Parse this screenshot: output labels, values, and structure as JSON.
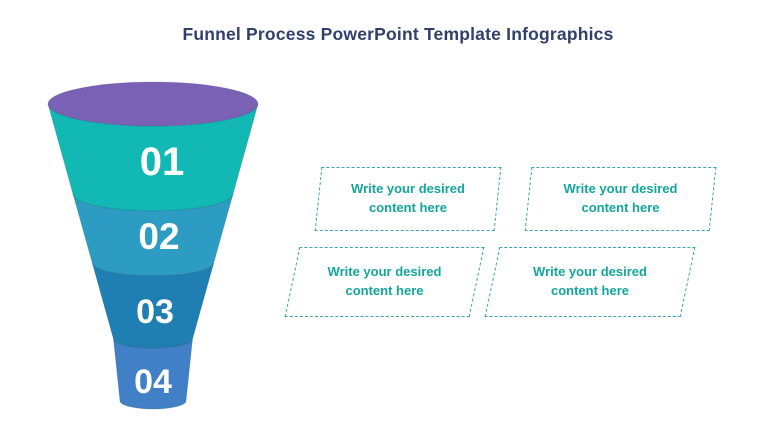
{
  "title": "Funnel Process PowerPoint Template Infographics",
  "funnel": {
    "top_color": "#7a61b5",
    "segments": [
      {
        "number": "01",
        "color": "#12b9b4"
      },
      {
        "number": "02",
        "color": "#2d9cc3"
      },
      {
        "number": "03",
        "color": "#1f7fb2"
      },
      {
        "number": "04",
        "color": "#417fc6"
      }
    ]
  },
  "boxes": [
    {
      "line1": "Write your desired",
      "line2": "content here"
    },
    {
      "line1": "Write your desired",
      "line2": "content here"
    },
    {
      "line1": "Write your desired",
      "line2": "content here"
    },
    {
      "line1": "Write your desired",
      "line2": "content here"
    }
  ],
  "colors": {
    "title": "#32406b",
    "box_border": "#3ba4b4",
    "box_text": "#14a59d"
  }
}
